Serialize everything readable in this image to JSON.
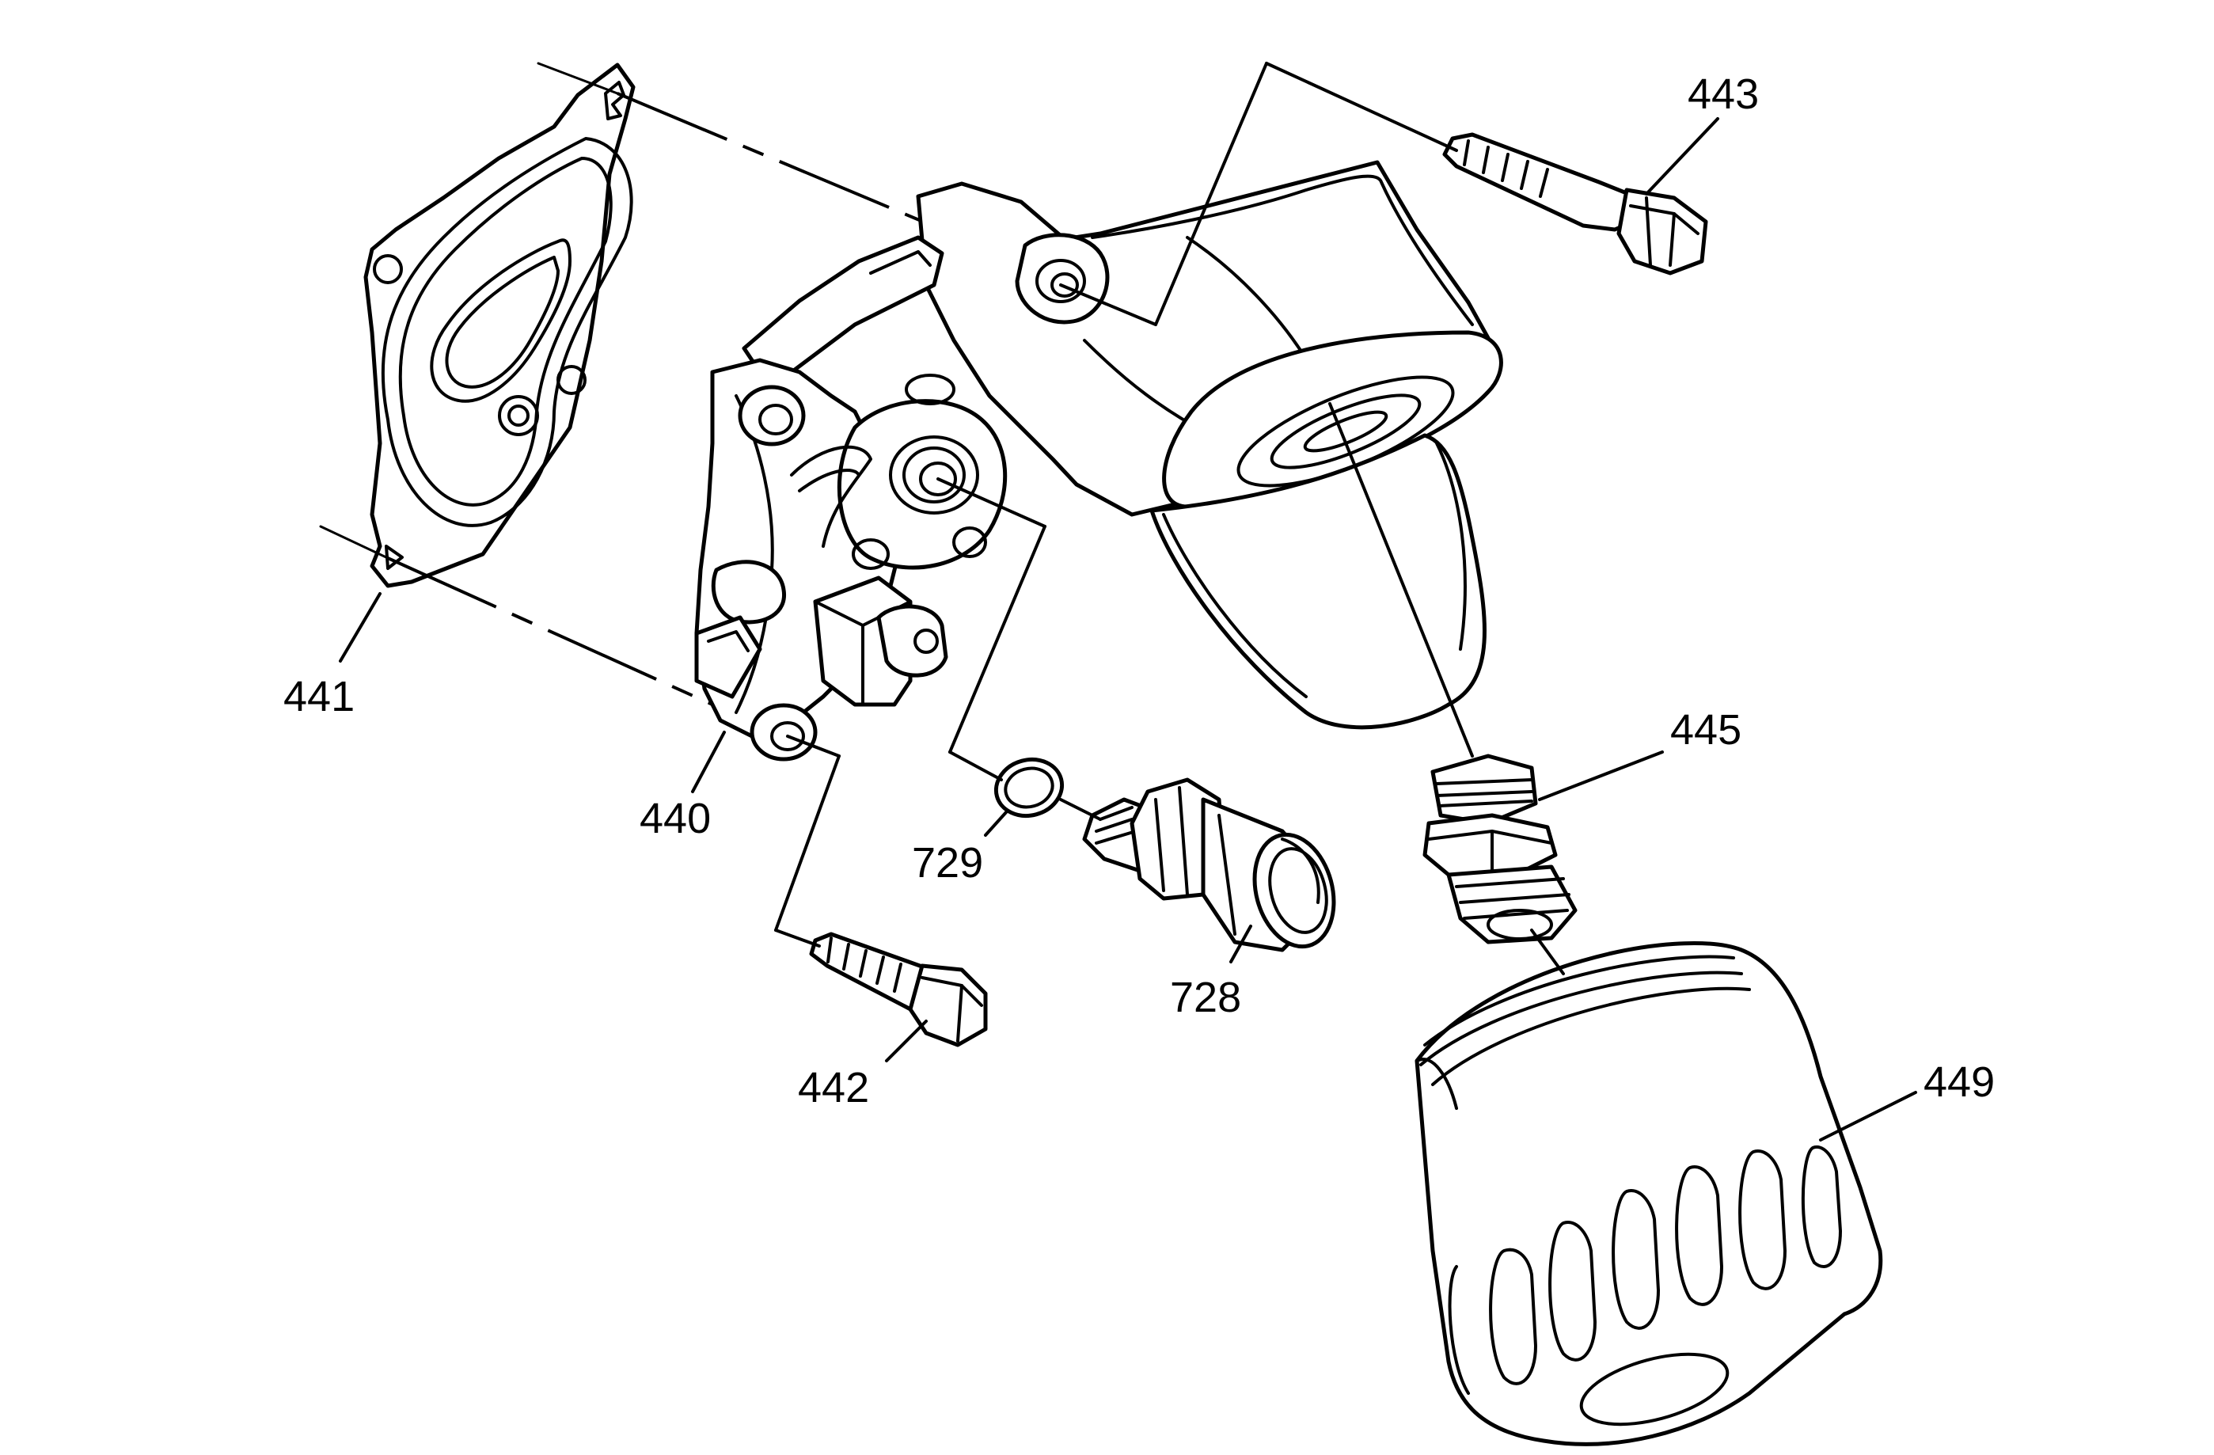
{
  "callouts": {
    "c441": "441",
    "c440": "440",
    "c442": "442",
    "c443": "443",
    "c445": "445",
    "c449": "449",
    "c728": "728",
    "c729": "729"
  },
  "icons": {
    "gasket": "gasket-icon",
    "housing": "oil-filter-adapter-housing-icon",
    "bolt": "bolt-icon",
    "fitting": "threaded-fitting-icon",
    "filter": "oil-filter-icon",
    "sensor": "pressure-sensor-icon",
    "seal": "o-ring-icon"
  }
}
